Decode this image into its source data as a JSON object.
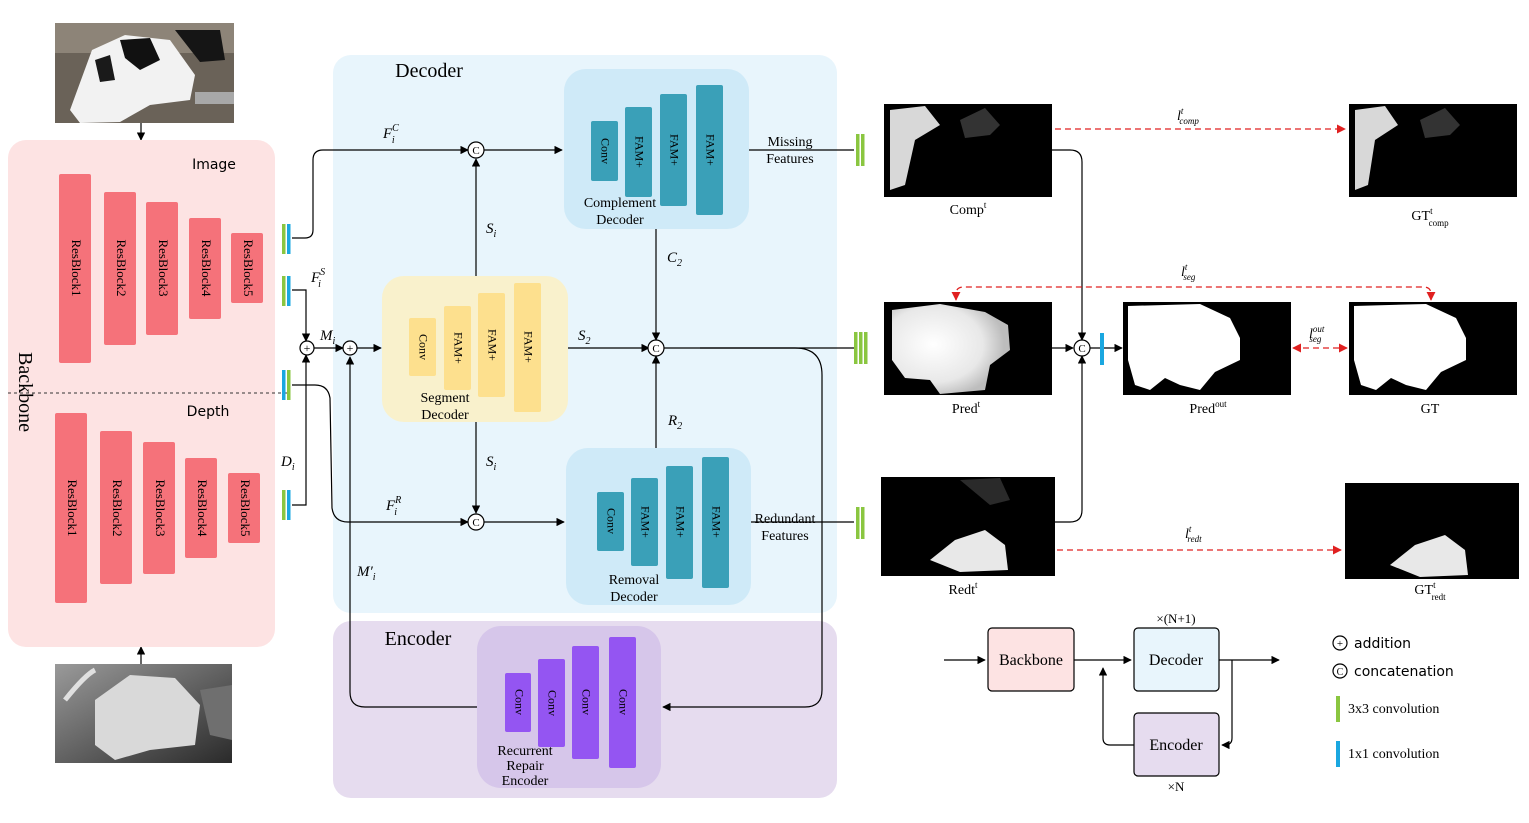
{
  "backbone": {
    "label": "Backbone",
    "image_label": "Image",
    "depth_label": "Depth",
    "image_blocks": [
      "ResBlock1",
      "ResBlock2",
      "ResBlock3",
      "ResBlock4",
      "ResBlock5"
    ],
    "depth_blocks": [
      "ResBlock1",
      "ResBlock2",
      "ResBlock3",
      "ResBlock4",
      "ResBlock5"
    ]
  },
  "decoder": {
    "label": "Decoder",
    "complement": {
      "blocks": [
        "Conv",
        "FAM+",
        "FAM+",
        "FAM+"
      ],
      "name_line1": "Complement",
      "name_line2": "Decoder"
    },
    "segment": {
      "blocks": [
        "Conv",
        "FAM+",
        "FAM+",
        "FAM+"
      ],
      "name_line1": "Segment",
      "name_line2": "Decoder"
    },
    "removal": {
      "blocks": [
        "Conv",
        "FAM+",
        "FAM+",
        "FAM+"
      ],
      "name_line1": "Removal",
      "name_line2": "Decoder"
    }
  },
  "encoder": {
    "label": "Encoder",
    "blocks": [
      "Conv",
      "Conv",
      "Conv",
      "Conv"
    ],
    "name_line1": "Recurrent",
    "name_line2": "Repair",
    "name_line3": "Encoder"
  },
  "signals": {
    "fc": "F",
    "fc_sup": "C",
    "fc_sub": "i",
    "fs": "F",
    "fs_sup": "S",
    "fs_sub": "i",
    "fr": "F",
    "fr_sup": "R",
    "fr_sub": "i",
    "d": "D",
    "d_sub": "i",
    "m": "M",
    "m_sub": "i",
    "mp": "M′",
    "mp_sub": "i",
    "s_top": "S",
    "s_top_sub": "i",
    "s_bot": "S",
    "s_bot_sub": "i",
    "c2": "C",
    "c2_sub": "2",
    "s2": "S",
    "s2_sub": "2",
    "r2": "R",
    "r2_sub": "2"
  },
  "features": {
    "missing_line1": "Missing",
    "missing_line2": "Features",
    "redundant_line1": "Redundant",
    "redundant_line2": "Features"
  },
  "outputs": {
    "comp": "Comp",
    "comp_sup": "t",
    "pred": "Pred",
    "pred_sup": "t",
    "redt": "Redt",
    "redt_sup": "t",
    "pred_out": "Pred",
    "pred_out_sup": "out",
    "gt_comp": "GT",
    "gt_comp_sup": "t",
    "gt_comp_sub": "comp",
    "gt": "GT",
    "gt_redt": "GT",
    "gt_redt_sup": "t",
    "gt_redt_sub": "redt"
  },
  "losses": {
    "comp": "l",
    "comp_sup": "t",
    "comp_sub": "comp",
    "seg": "l",
    "seg_sup": "t",
    "seg_sub": "seg",
    "seg_out": "l",
    "seg_out_sup": "out",
    "seg_out_sub": "seg",
    "redt": "l",
    "redt_sup": "t",
    "redt_sub": "redt"
  },
  "mini": {
    "backbone": "Backbone",
    "decoder": "Decoder",
    "encoder": "Encoder",
    "top_mult": "×(N+1)",
    "bottom_mult": "×N"
  },
  "legend": {
    "addition_symbol": "+",
    "addition": "addition",
    "concat_symbol": "C",
    "concatenation": "concatenation",
    "conv3": "3x3 convolution",
    "conv1": "1x1 convolution"
  },
  "node": {
    "plus": "+",
    "concat": "C"
  },
  "colors": {
    "resblock": "#f5727a",
    "backbone_bg": "#fde3e3",
    "decoder_bg": "#e8f5fc",
    "encoder_bg": "#e6dcef",
    "decoder_box": "#cfeaf8",
    "segment_box": "#f9f1cc",
    "encoder_box": "#d6c6ea",
    "teal": "#3aa0b8",
    "yellow": "#fde08e",
    "purple": "#9455f2",
    "green": "#8ac640",
    "blue": "#1aa7e0",
    "red": "#e02020"
  }
}
